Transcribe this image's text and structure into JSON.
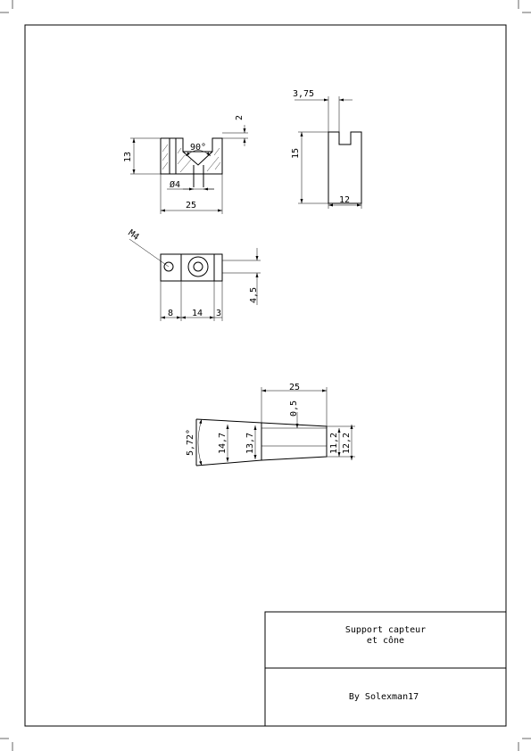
{
  "title_block": {
    "title_line1": "Support capteur",
    "title_line2": "et cône",
    "author": "By Solexman17"
  },
  "dimensions": {
    "front_width": "25",
    "front_height": "13",
    "front_top": "2",
    "front_angle": "90°",
    "front_hole": "Ø4",
    "side_slot": "3,75",
    "side_height": "15",
    "side_width": "12",
    "top_thread": "M4",
    "top_a": "8",
    "top_b": "14",
    "top_c": "3",
    "top_side": "4,5",
    "cone_length": "25",
    "cone_gap": "0,5",
    "cone_angle": "5,72°",
    "cone_d1": "14,7",
    "cone_d2": "13,7",
    "cone_d3": "11,2",
    "cone_d4": "12,2"
  },
  "colors": {
    "line": "#000000",
    "paper": "#ffffff"
  }
}
